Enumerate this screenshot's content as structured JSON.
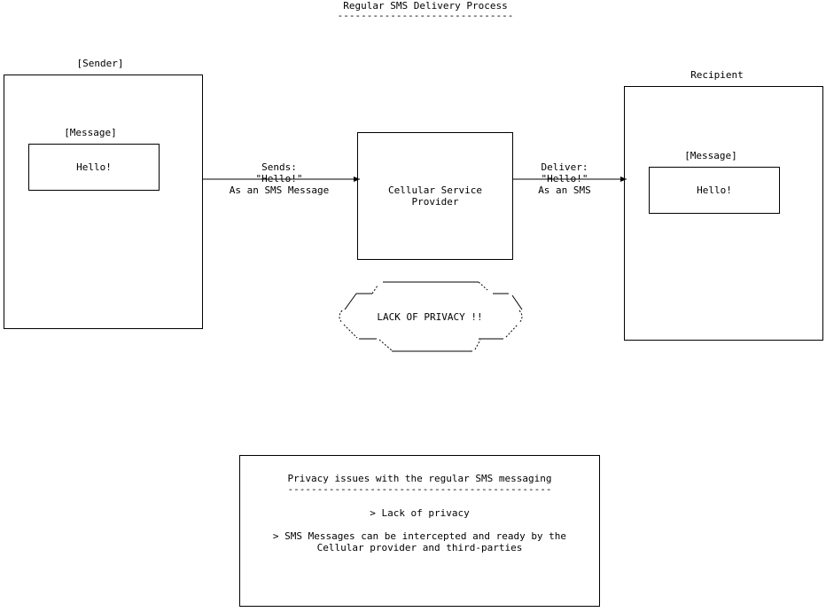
{
  "diagram": {
    "title": "Regular SMS Delivery Process",
    "title_underline": "------------------------------",
    "sender": {
      "label": "[Sender]",
      "message_label": "[Message]",
      "message_text": "Hello!"
    },
    "send_edge": {
      "line1": "Sends:",
      "line2": "\"Hello!\"",
      "line3": "As an SMS Message"
    },
    "provider": {
      "line1": "Cellular Service",
      "line2": "Provider"
    },
    "deliver_edge": {
      "line1": "Deliver:",
      "line2": "\"Hello!\"",
      "line3": "As an SMS"
    },
    "recipient": {
      "label": "Recipient",
      "message_label": "[Message]",
      "message_text": "Hello!"
    },
    "cloud": {
      "text": "LACK OF PRIVACY !!"
    },
    "notes": {
      "title": "Privacy issues with the regular SMS messaging",
      "underline": "---------------------------------------------",
      "item1": "> Lack of privacy",
      "item2_line1": "> SMS Messages can be intercepted and ready by the",
      "item2_line2": "Cellular provider and third-parties"
    }
  },
  "colors": {
    "stroke": "#000000",
    "background": "#ffffff"
  }
}
